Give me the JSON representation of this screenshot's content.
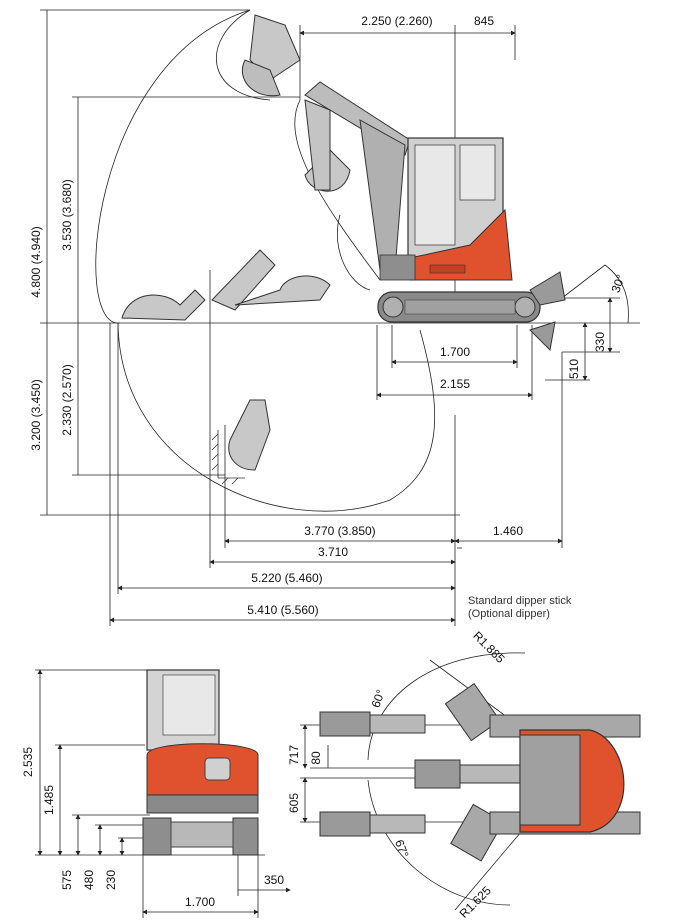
{
  "colors": {
    "line": "#222222",
    "body_orange": "#e0522d",
    "machine_grey": "#a8a8a8",
    "dark_grey": "#6e6e6e",
    "glass": "#dcdcdc"
  },
  "side_view": {
    "top_2250": "2.250 (2.260)",
    "top_845": "845",
    "left_4800": "4.800 (4.940)",
    "left_3530": "3.530 (3.680)",
    "left_3200": "3.200 (3.450)",
    "left_2330": "2.330 (2.570)",
    "track_1700": "1.700",
    "track_2155": "2.155",
    "blade_30": "30°",
    "blade_330": "330",
    "blade_510": "510",
    "b_3770": "3.770 (3.850)",
    "b_1460": "1.460",
    "b_3710": "3.710",
    "b_5220": "5.220 (5.460)",
    "b_5410": "5.410 (5.560)",
    "note_line1": "Standard dipper stick",
    "note_line2": "(Optional dipper)"
  },
  "front_view": {
    "h_2535": "2.535",
    "h_1485": "1.485",
    "h_575": "575",
    "h_480": "480",
    "h_230": "230",
    "w_1700": "1.700",
    "w_350": "350"
  },
  "top_view": {
    "r_1885": "R1.885",
    "r_1625": "R1.625",
    "ang_60": "60°",
    "ang_67": "67°",
    "off_717": "717",
    "off_80": "80",
    "off_605": "605"
  }
}
